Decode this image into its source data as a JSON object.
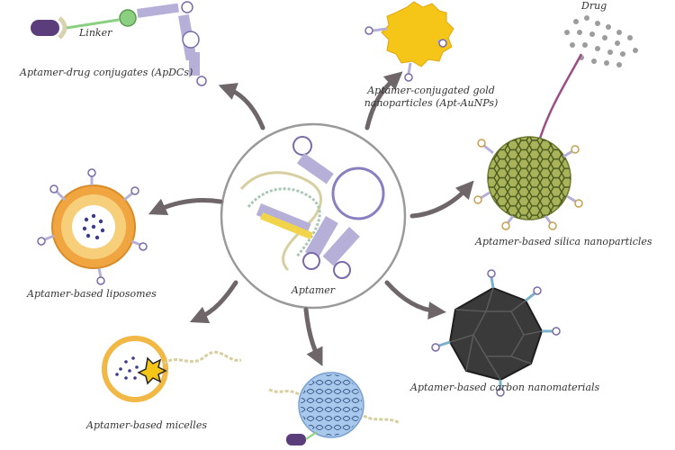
{
  "labels": {
    "linker": "Linker",
    "drug": "Drug",
    "apdcs": "Aptamer-drug conjugates (ApDCs)",
    "auNPs_line1": "Aptamer-conjugated gold",
    "auNPs_line2": "nanoparticles (Apt-AuNPs)",
    "silica": "Aptamer-based silica nanoparticles",
    "liposomes": "Aptamer-based liposomes",
    "center": "Aptamer",
    "micelles": "Aptamer-based micelles",
    "carbon": "Aptamer-based carbon nanomaterials"
  },
  "colors": {
    "arrow": "#6e6668",
    "circle_edge": "#9a9a9a",
    "gold": "#f5c518",
    "silica": "#a9b45a",
    "silica_hex": "#4b5a1f",
    "carbon": "#3a3a3a",
    "liposome_outer": "#f0a540",
    "micelle_ring": "#f2b846",
    "aptamer_purple": "#b6b0d8",
    "aptamer_yellow": "#f2d44a",
    "drug_dot": "#9c9c9c",
    "drug_arrow": "#9a4d86",
    "dendrimer": "#a8c8ec",
    "linker_green": "#8ad080",
    "linker_purple": "#5a3d7a"
  }
}
